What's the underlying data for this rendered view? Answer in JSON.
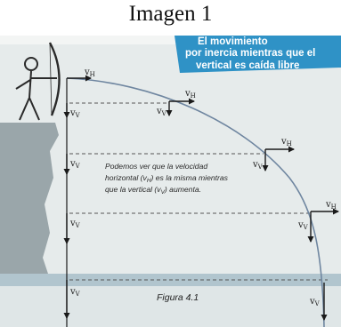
{
  "heading": "Imagen 1",
  "banner": {
    "line1": "El movimiento",
    "line2": "por inercia mientras que el",
    "line3": "vertical es caída libre"
  },
  "note": {
    "line1": "Podemos ver que la velocidad",
    "line2": "horizontal (v",
    "line2_sub": "H",
    "line2_end": ") es la misma mientras",
    "line3": "que la vertical (v",
    "line3_sub": "V",
    "line3_end": ") aumenta."
  },
  "caption": "Figura 4.1",
  "vector_labels": {
    "horizontal": "v",
    "horizontal_sub": "H",
    "vertical": "v",
    "vertical_sub": "V"
  },
  "colors": {
    "paper": "#e6ebeb",
    "cliff": "#9aa6aa",
    "banner": "#2f92c6",
    "ground_band": "#9fb8c4",
    "trajectory": "#6f86a0"
  }
}
